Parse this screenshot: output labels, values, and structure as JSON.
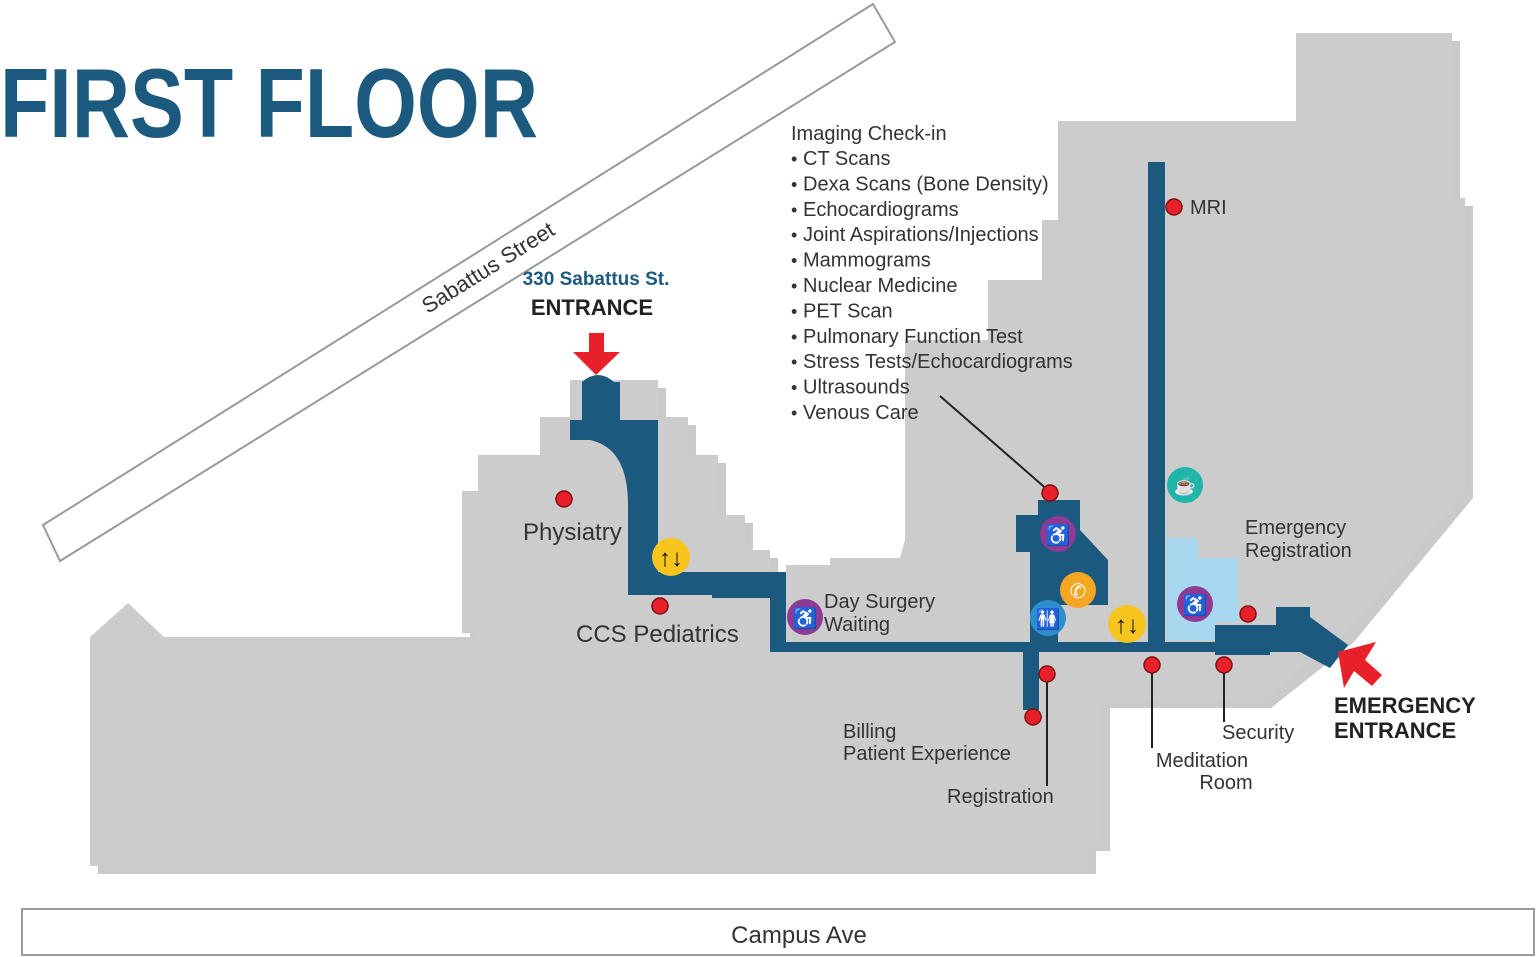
{
  "title": "FIRST FLOOR",
  "streets": {
    "sabattus": "Sabattus Street",
    "campus": "Campus Ave"
  },
  "entrances": {
    "main_address": "330 Sabattus St.",
    "main_label": "ENTRANCE",
    "emergency_line1": "EMERGENCY",
    "emergency_line2": "ENTRANCE"
  },
  "imaging": {
    "heading": "Imaging Check-in",
    "services": [
      "CT Scans",
      "Dexa Scans (Bone Density)",
      "Echocardiograms",
      "Joint Aspirations/Injections",
      "Mammograms",
      "Nuclear Medicine",
      "PET Scan",
      "Pulmonary Function Test",
      "Stress Tests/Echocardiograms",
      "Ultrasounds",
      "Venous Care"
    ],
    "bullet": "•"
  },
  "locations": {
    "mri": "MRI",
    "physiatry": "Physiatry",
    "ccs_pediatrics": "CCS Pediatrics",
    "day_surgery_line1": "Day Surgery",
    "day_surgery_line2": "Waiting",
    "emergency_registration_line1": "Emergency",
    "emergency_registration_line2": "Registration",
    "billing_line1": "Billing",
    "billing_line2": "Patient Experience",
    "registration": "Registration",
    "meditation_line1": "Meditation",
    "meditation_line2": "Room",
    "security": "Security"
  },
  "colors": {
    "title": "#1b5a7e",
    "building": "#cccccc",
    "corridor": "#1b5a7e",
    "marker": "#e8202a",
    "arrow": "#e8202a",
    "waiting_icon": "#8e3a96",
    "elevator_icon": "#f7c51e",
    "restroom_icon": "#2d8fcf",
    "phone_icon": "#f5a623",
    "food_icon": "#1fb5a8",
    "er_area": "#a8d8f0"
  },
  "icons": [
    "waiting-room-icon",
    "elevator-icon",
    "restroom-icon",
    "phone-icon",
    "cafe-icon",
    "location-marker-icon",
    "entrance-arrow-icon"
  ]
}
